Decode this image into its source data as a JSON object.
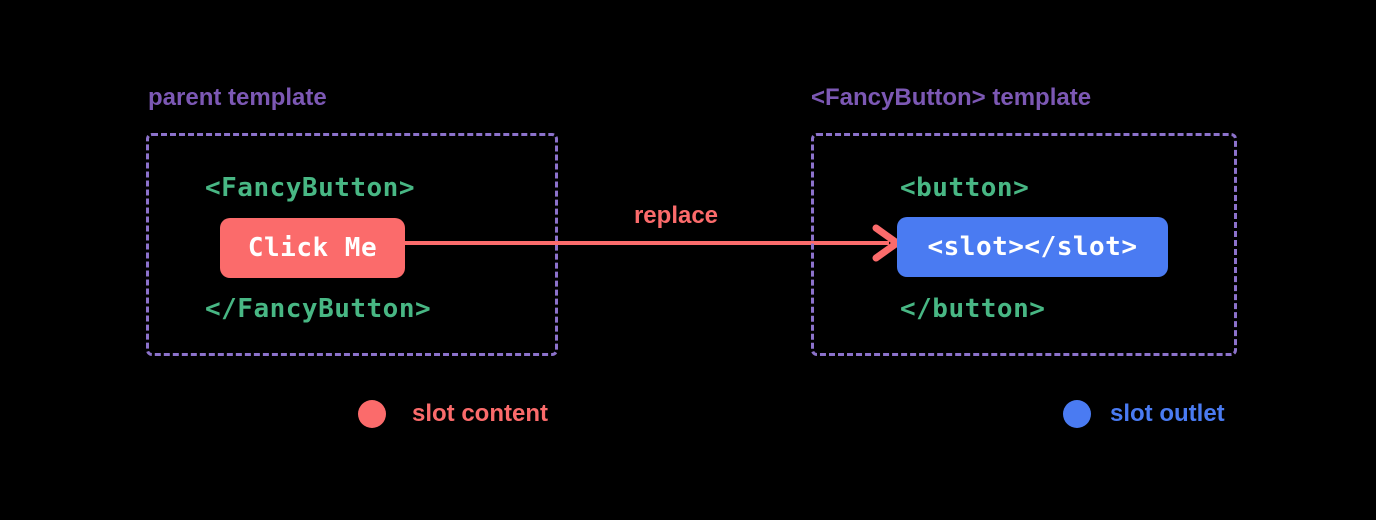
{
  "diagram": {
    "title": "Vue slots diagram",
    "colors": {
      "background": "#000000",
      "purple_label": "#7c58b4",
      "purple_border": "#8c72cb",
      "green_code": "#48b784",
      "coral": "#fb6b6b",
      "blue": "#4a7bf2",
      "button_text": "#ffffff"
    },
    "parent_panel": {
      "title": "parent template",
      "open_tag": "<FancyButton>",
      "button_label": "Click Me",
      "close_tag": "</FancyButton>"
    },
    "arrow": {
      "label": "replace",
      "direction": "left-to-right"
    },
    "fancy_button_panel": {
      "title": "<FancyButton> template",
      "open_tag": "<button>",
      "slot_label": "<slot></slot>",
      "close_tag": "</button>"
    },
    "legend": {
      "slot_content_label": "slot content",
      "slot_outlet_label": "slot outlet"
    }
  }
}
